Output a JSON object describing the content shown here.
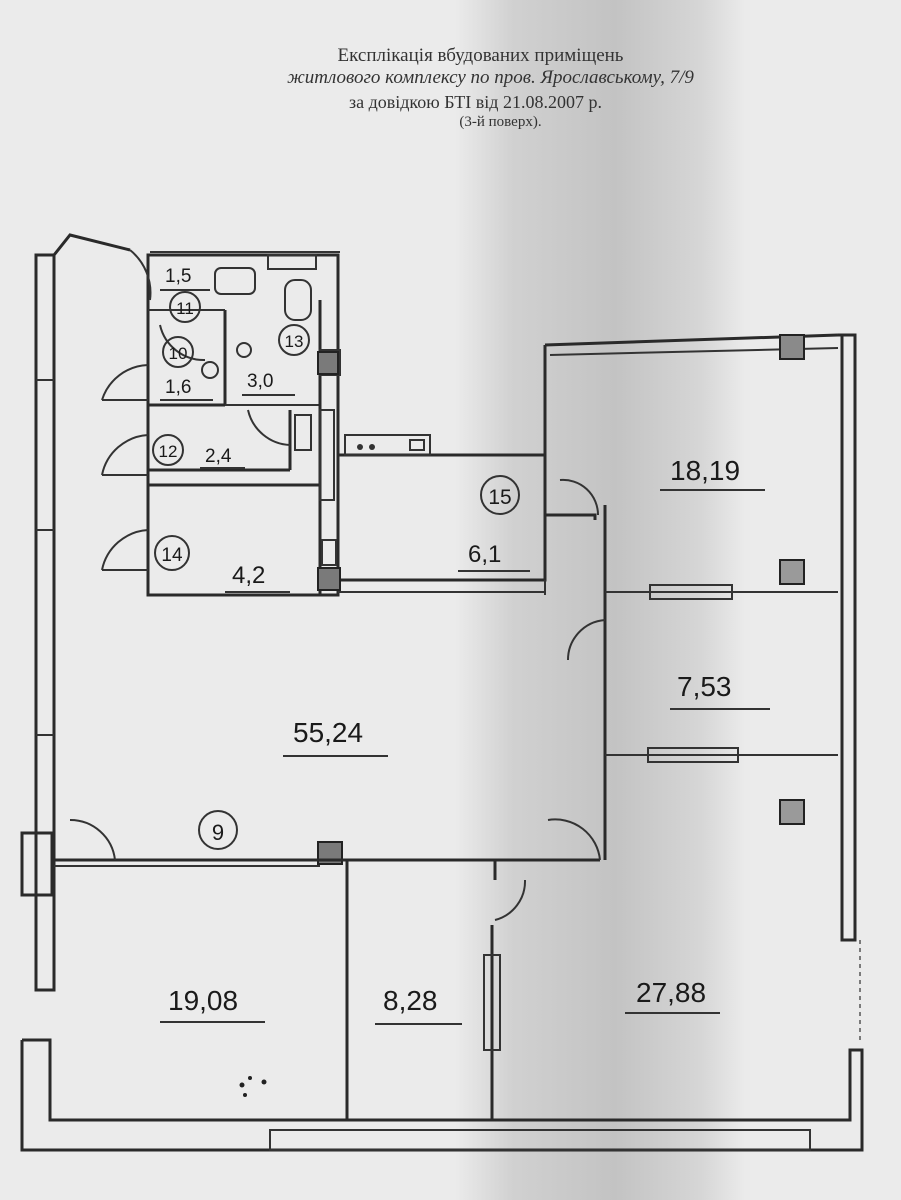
{
  "title": {
    "line1": "Експлікація вбудованих приміщень",
    "line2": "житлового комплексу по пров. Ярославському, 7/9",
    "line3": "за довідкою БТІ від 21.08.2007 р.",
    "line4": "(3-й поверх)."
  },
  "rooms": {
    "r11": {
      "number": "11",
      "area": "1,5"
    },
    "r10": {
      "number": "10",
      "area": "1,6"
    },
    "r13": {
      "number": "13",
      "area": "3,0"
    },
    "r12": {
      "number": "12",
      "area": "2,4"
    },
    "r14": {
      "number": "14",
      "area": "4,2"
    },
    "r15": {
      "number": "15",
      "area": "6,1"
    },
    "r9": {
      "number": "9",
      "area": "55,24"
    },
    "rA": {
      "area": "18,19"
    },
    "rB": {
      "area": "7,53"
    },
    "rC": {
      "area": "27,88"
    },
    "rD": {
      "area": "19,08"
    },
    "rE": {
      "area": "8,28"
    }
  }
}
